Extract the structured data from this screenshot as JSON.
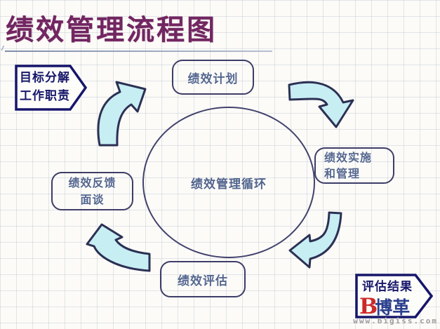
{
  "title": "绩效管理流程图",
  "nodes": {
    "goal": {
      "line1": "目标分解",
      "line2": "工作职责"
    },
    "plan": {
      "label": "绩效计划"
    },
    "implement": {
      "line1": "绩效实施",
      "line2": "和管理"
    },
    "evaluate": {
      "label": "绩效评估"
    },
    "feedback": {
      "line1": "绩效反馈",
      "line2": "面谈"
    },
    "cycle": {
      "label": "绩效管理循环"
    },
    "result": {
      "label": "评估结果"
    }
  },
  "watermark": {
    "logo_initial": "B",
    "logo_name": "博革",
    "url": "www.bigiss.com"
  },
  "colors": {
    "title_text": "#722661",
    "pentagon_border": "#16166b",
    "pentagon_text": "#16166b",
    "node_border": "#3d3d68",
    "node_text": "#55678f",
    "ellipse_border": "#42426e",
    "arrow_fill": "#c7eef3",
    "arrow_stroke": "#2c3054",
    "grid_line": "#afbaca",
    "background": "#fcfbf7",
    "watermark_red": "#cc2a2a",
    "watermark_blue": "#2b3f8e",
    "watermark_url_gray": "#9c9c9c"
  }
}
